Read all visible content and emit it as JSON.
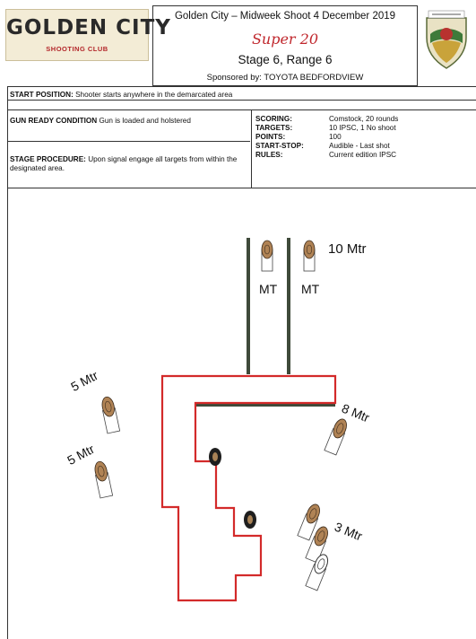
{
  "header": {
    "logo": {
      "title": "GOLDEN CITY",
      "subtitle": "SHOOTING CLUB"
    },
    "event": "Golden City – Midweek Shoot 4 December 2019",
    "stage_name": "Super 20",
    "stage_range": "Stage 6, Range 6",
    "sponsor": "Sponsored by: TOYOTA BEDFORDVIEW"
  },
  "info": {
    "start_position": {
      "label": "START POSITION:",
      "text": "Shooter starts anywhere in the demarcated area"
    },
    "gun_ready": {
      "label": "GUN READY CONDITION",
      "text": "Gun is loaded and holstered"
    },
    "procedure": {
      "label": "STAGE PROCEDURE:",
      "text": "Upon signal engage all targets from within the designated area."
    },
    "scoring": [
      {
        "key": "SCORING:",
        "value": "Comstock, 20 rounds"
      },
      {
        "key": "TARGETS:",
        "value": "10 IPSC, 1 No shoot"
      },
      {
        "key": "POINTS:",
        "value": "100"
      },
      {
        "key": "START-STOP:",
        "value": "Audible - Last shot"
      },
      {
        "key": "RULES:",
        "value": "Current edition IPSC"
      }
    ]
  },
  "diagram": {
    "labels": {
      "ten_mtr": "10 Mtr",
      "mt_left": "MT",
      "mt_right": "MT",
      "five_mtr_top": "5 Mtr",
      "five_mtr_bottom": "5 Mtr",
      "eight_mtr": "8 Mtr",
      "three_mtr": "3 Mtr"
    },
    "colors": {
      "fault_line": "#d32a2a",
      "wall": "#3f4a3a",
      "target": "#b08355"
    }
  }
}
